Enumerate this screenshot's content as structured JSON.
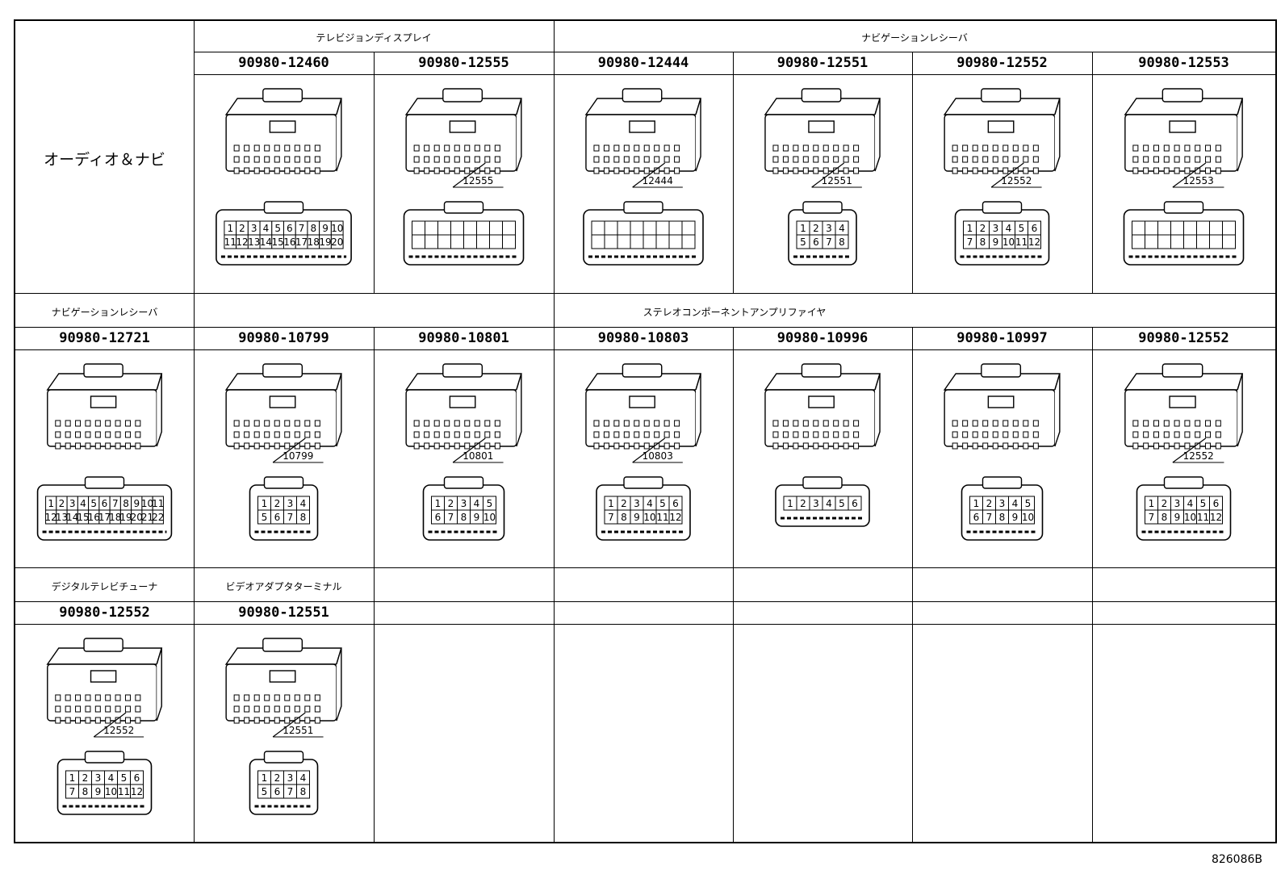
{
  "main_category": "オーディオ＆ナビ",
  "row1": {
    "groups": [
      {
        "label": "テレビジョンディスプレイ"
      },
      {
        "label": "ナビゲーションレシーバ"
      }
    ],
    "parts": [
      {
        "pn": "90980-12460",
        "callout": "",
        "pins": [
          "1",
          "2",
          "3",
          "4",
          "5",
          "6",
          "7",
          "8",
          "9",
          "10",
          "11",
          "12",
          "13",
          "14",
          "15",
          "16",
          "17",
          "18",
          "19",
          "20"
        ]
      },
      {
        "pn": "90980-12555",
        "callout": "12555",
        "pins": []
      },
      {
        "pn": "90980-12444",
        "callout": "12444",
        "pins": []
      },
      {
        "pn": "90980-12551",
        "callout": "12551",
        "pins": [
          "1",
          "2",
          "3",
          "4",
          "5",
          "6",
          "7",
          "8"
        ]
      },
      {
        "pn": "90980-12552",
        "callout": "12552",
        "pins": [
          "1",
          "2",
          "3",
          "4",
          "5",
          "6",
          "7",
          "8",
          "9",
          "10",
          "11",
          "12"
        ]
      },
      {
        "pn": "90980-12553",
        "callout": "12553",
        "pins": []
      }
    ]
  },
  "row2": {
    "groups": [
      {
        "label": "ナビゲーションレシーバ"
      },
      {
        "label": "ステレオコンポーネントアンプリファイヤ"
      }
    ],
    "parts": [
      {
        "pn": "90980-12721",
        "callout": "",
        "pins": [
          "1",
          "2",
          "3",
          "4",
          "5",
          "6",
          "7",
          "8",
          "9",
          "10",
          "11",
          "12",
          "13",
          "14",
          "15",
          "16",
          "17",
          "18",
          "19",
          "20",
          "21",
          "22"
        ]
      },
      {
        "pn": "90980-10799",
        "callout": "10799",
        "pins": [
          "1",
          "2",
          "3",
          "4",
          "5",
          "6",
          "7",
          "8"
        ]
      },
      {
        "pn": "90980-10801",
        "callout": "10801",
        "pins": [
          "1",
          "2",
          "3",
          "4",
          "5",
          "6",
          "7",
          "8",
          "9",
          "10"
        ]
      },
      {
        "pn": "90980-10803",
        "callout": "10803",
        "pins": [
          "1",
          "2",
          "3",
          "4",
          "5",
          "6",
          "7",
          "8",
          "9",
          "10",
          "11",
          "12"
        ]
      },
      {
        "pn": "90980-10996",
        "callout": "",
        "pins": [
          "1",
          "2",
          "3",
          "4",
          "5",
          "6"
        ]
      },
      {
        "pn": "90980-10997",
        "callout": "",
        "pins": [
          "1",
          "2",
          "3",
          "4",
          "5",
          "6",
          "7",
          "8",
          "9",
          "10"
        ]
      },
      {
        "pn": "90980-12552",
        "callout": "12552",
        "pins": [
          "1",
          "2",
          "3",
          "4",
          "5",
          "6",
          "7",
          "8",
          "9",
          "10",
          "11",
          "12"
        ]
      }
    ]
  },
  "row3": {
    "groups": [
      {
        "label": "デジタルテレビチューナ"
      },
      {
        "label": "ビデオアダプタターミナル"
      }
    ],
    "parts": [
      {
        "pn": "90980-12552",
        "callout": "12552",
        "pins": [
          "1",
          "2",
          "3",
          "4",
          "5",
          "6",
          "7",
          "8",
          "9",
          "10",
          "11",
          "12"
        ]
      },
      {
        "pn": "90980-12551",
        "callout": "12551",
        "pins": [
          "1",
          "2",
          "3",
          "4",
          "5",
          "6",
          "7",
          "8"
        ]
      }
    ]
  },
  "document_id": "826086B"
}
